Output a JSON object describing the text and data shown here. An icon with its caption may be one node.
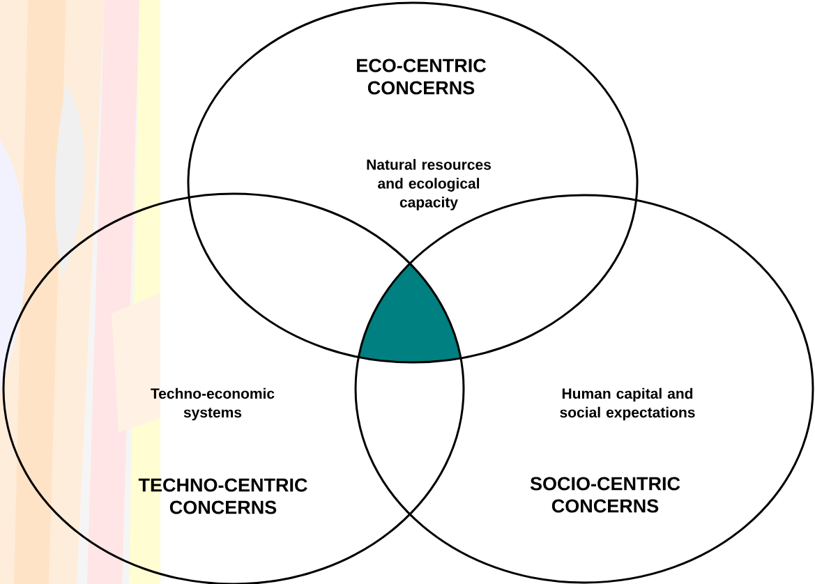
{
  "diagram": {
    "nodes": [
      {
        "text": [
          "ECO-CENTRIC CONCERNS",
          "Natural resources and ecological capacity"
        ]
      },
      {
        "text": [
          "Techno-economic systems",
          "TECHNO-CENTRIC CONCERNS"
        ]
      },
      {
        "text": [
          "Human capital and social expectations",
          "SOCIO-CENTRIC CONCERNS"
        ]
      },
      {
        "text": [],
        "shape": "triangle"
      }
    ]
  }
}
